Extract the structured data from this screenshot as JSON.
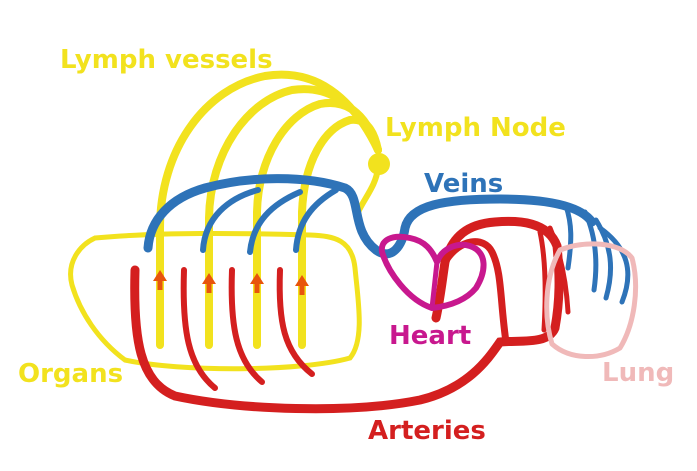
{
  "labels": {
    "lymph_vessels": "Lymph vessels",
    "lymph_node": "Lymph Node",
    "veins": "Veins",
    "heart": "Heart",
    "organs": "Organs",
    "lung": "Lung",
    "arteries": "Arteries"
  },
  "colors": {
    "lymph": "#f2e21e",
    "veins": "#2e73b8",
    "arteries": "#d41f1f",
    "heart": "#c8188e",
    "lung": "#f0b9b9",
    "arrow": "#e8540c"
  }
}
